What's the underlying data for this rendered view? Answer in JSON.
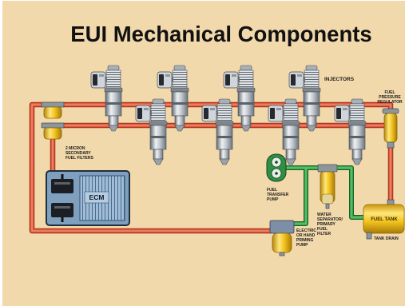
{
  "slide": {
    "title": "EUI Mechanical Components"
  },
  "labels": {
    "injectors": "INJECTORS",
    "fuel_pressure_regulator": [
      "FUEL",
      "PRESSURE",
      "REGULATOR"
    ],
    "secondary_fuel_filters": [
      "2 MICRON",
      "SECONDARY",
      "FUEL FILTERS"
    ],
    "ecm": "ECM",
    "fuel_transfer_pump": [
      "FUEL",
      "TRANSFER",
      "PUMP"
    ],
    "water_separator_primary_fuel_filter": [
      "WATER",
      "SEPARATOR/",
      "PRIMARY",
      "FUEL",
      "FILTER"
    ],
    "priming_pump": [
      "ELECTRIC",
      "OR HAND",
      "PRIMING",
      "PUMP"
    ],
    "fuel_tank": "FUEL TANK",
    "tank_drain": "TANK DRAIN"
  },
  "colors": {
    "background": "#f2d9ab",
    "title": "#111111",
    "fuel_line": "#e2593b",
    "suction_line": "#35a447",
    "component_yellow": "#f2c31e",
    "ecm_body": "#7f9fbf"
  }
}
